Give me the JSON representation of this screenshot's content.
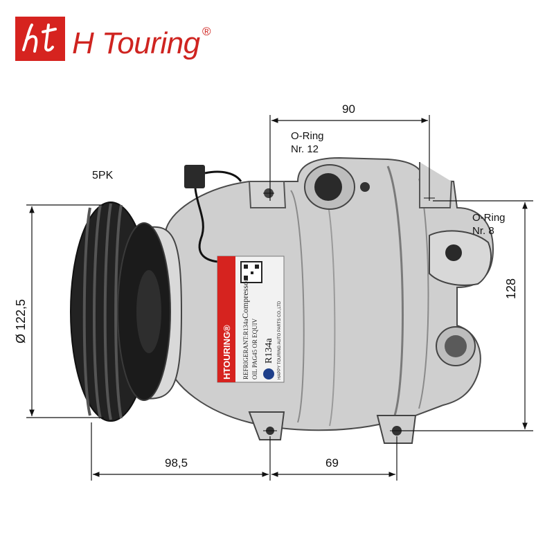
{
  "brand": {
    "monogram": "ht",
    "name": "H Touring",
    "registered": "®",
    "color": "#d6231f"
  },
  "dimensions": {
    "top_width": "90",
    "height_right": "128",
    "pulley_diameter": "Ø 122,5",
    "bottom_left": "98,5",
    "bottom_right": "69"
  },
  "notes": {
    "belt": "5PK",
    "oring_top": [
      "O-Ring",
      "Nr. 12"
    ],
    "oring_right": [
      "O-Ring",
      "Nr. 8"
    ]
  },
  "label": {
    "brand": "HTOURING®",
    "product": "Compressor",
    "refrigerant": "REFRIGERANT:R134a",
    "oil": "OIL PAG45 OR EQUIV",
    "gas": "R134a",
    "maker": "HAPPY TOURING AUTO PARTS CO.,LTD"
  }
}
